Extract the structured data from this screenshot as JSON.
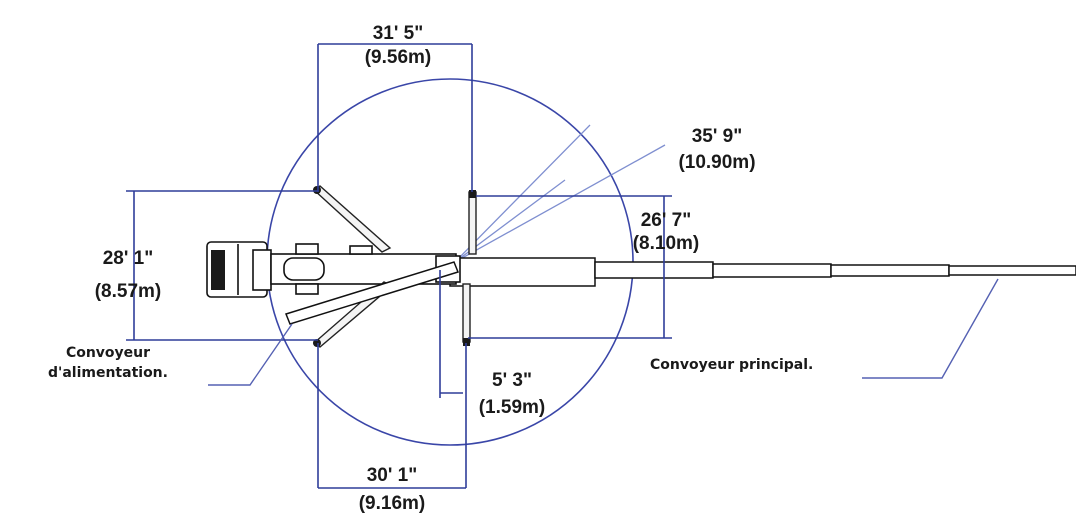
{
  "dimensions": {
    "top_spread": {
      "imperial": "31' 5\"",
      "metric": "(9.56m)"
    },
    "reach_radius": {
      "imperial": "35' 9\"",
      "metric": "(10.90m)"
    },
    "front_spread": {
      "imperial": "26' 7\"",
      "metric": "(8.10m)"
    },
    "rear_spread": {
      "imperial": "28' 1\"",
      "metric": "(8.57m)"
    },
    "pivot_offset": {
      "imperial": "5' 3\"",
      "metric": "(1.59m)"
    },
    "bottom_spread": {
      "imperial": "30' 1\"",
      "metric": "(9.16m)"
    }
  },
  "callouts": {
    "feed_conveyor": {
      "line1": "Convoyeur",
      "line2": "d'alimentation."
    },
    "main_conveyor": "Convoyeur principal."
  },
  "colors": {
    "dimension_lines": "#2f3d99",
    "reach_circle": "#3a46a8",
    "truck_outline": "#111111",
    "label_text": "#1a1a1a"
  }
}
